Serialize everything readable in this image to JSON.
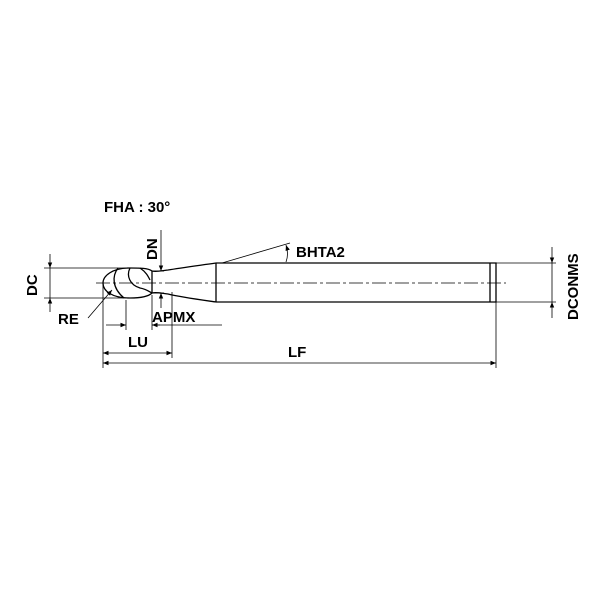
{
  "labels": {
    "fha": "FHA : 30°",
    "dn": "DN",
    "bhta2": "BHTA2",
    "dc": "DC",
    "dconms": "DCONMS",
    "re": "RE",
    "apmx": "APMX",
    "lu": "LU",
    "lf": "LF"
  },
  "colors": {
    "line": "#000000",
    "centerline": "#000000",
    "background": "#ffffff"
  }
}
